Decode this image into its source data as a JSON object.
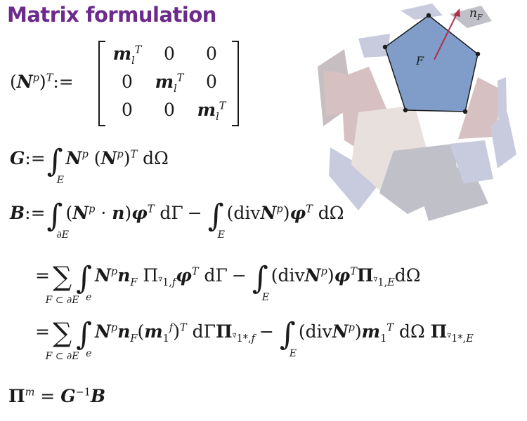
{
  "slide": {
    "title": "Matrix formulation"
  },
  "figure": {
    "face_label": "F",
    "normal_label": "n_F",
    "colors": {
      "face_fill": "#7f9dc8",
      "face_stroke": "#1b1b1b",
      "arrow": "#b0304a",
      "facet_blue": "#9aa2c2",
      "facet_rose": "#b58d8f",
      "facet_beige": "#d6c8c0",
      "facet_gray": "#8e8f9c"
    }
  },
  "equations": {
    "np_transpose_def": "(N^p)^T := [ m_l^T 0 0 ; 0 m_l^T 0 ; 0 0 m_l^T ]",
    "matrix_zero": "0",
    "G_def": "G := ∫_E N^p (N^p)^T dΩ",
    "B_def": "B := ∫_{∂E} (N^p · n) φ^T dΓ − ∫_E (div N^p) φ^T dΩ",
    "B_line2": "= Σ_{F⊂∂E} ∫_e N^p n_F Π^∇_{1,f} φ^T dΓ − ∫_E (div N^p) φ^T Π^∇_{1,E} dΩ",
    "B_line3": "= Σ_{F⊂∂E} ∫_e N^p n_F (m_1^f)^T dΓ Π^∇_{1*,f} − ∫_E (div N^p) m_1^T dΩ Π^∇_{1*,E}",
    "Pi_def": "Π^m = G^{-1} B"
  }
}
